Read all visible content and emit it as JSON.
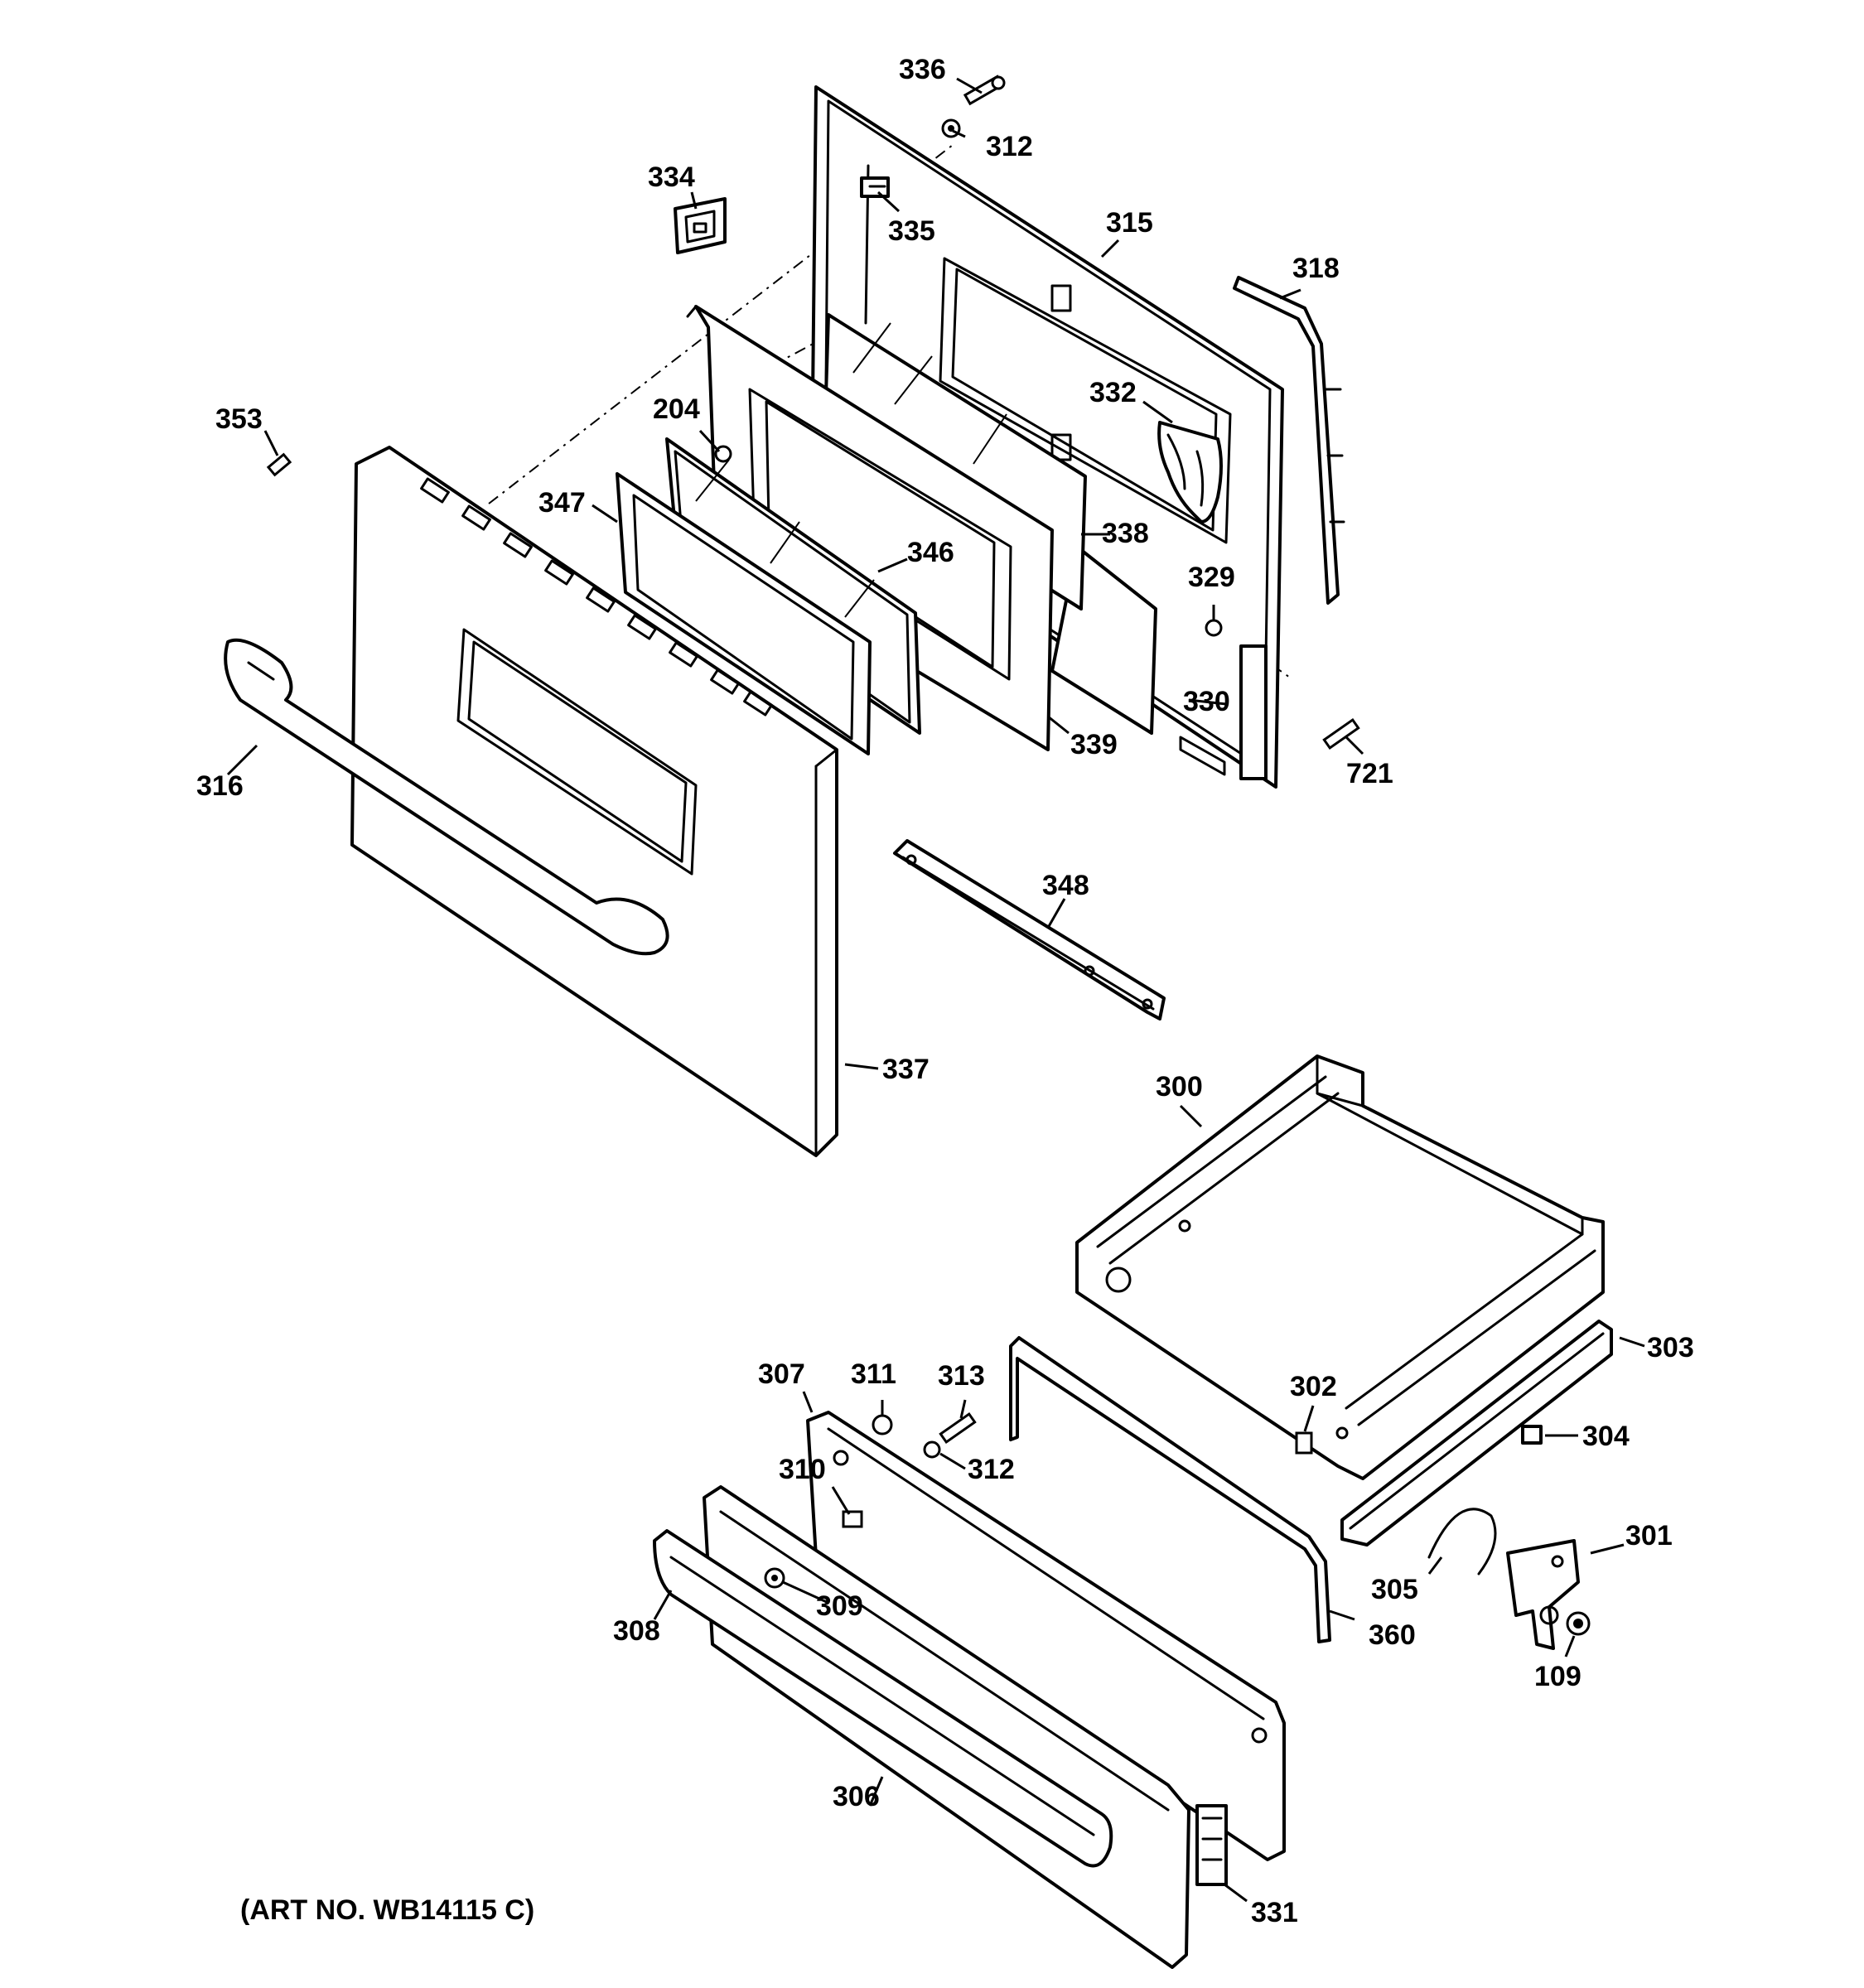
{
  "labels": {
    "p336": "336",
    "p312a": "312",
    "p334": "334",
    "p335": "335",
    "p315": "315",
    "p318": "318",
    "p353": "353",
    "p204": "204",
    "p332": "332",
    "p347": "347",
    "p346": "346",
    "p338": "338",
    "p329": "329",
    "p330": "330",
    "p339": "339",
    "p721": "721",
    "p316": "316",
    "p348": "348",
    "p337": "337",
    "p300": "300",
    "p303": "303",
    "p307": "307",
    "p311": "311",
    "p313": "313",
    "p302": "302",
    "p304": "304",
    "p312b": "312",
    "p310": "310",
    "p301": "301",
    "p305": "305",
    "p309": "309",
    "p308": "308",
    "p360": "360",
    "p109": "109",
    "p306": "306",
    "p331": "331"
  },
  "art_number": "(ART NO. WB14115 C)"
}
